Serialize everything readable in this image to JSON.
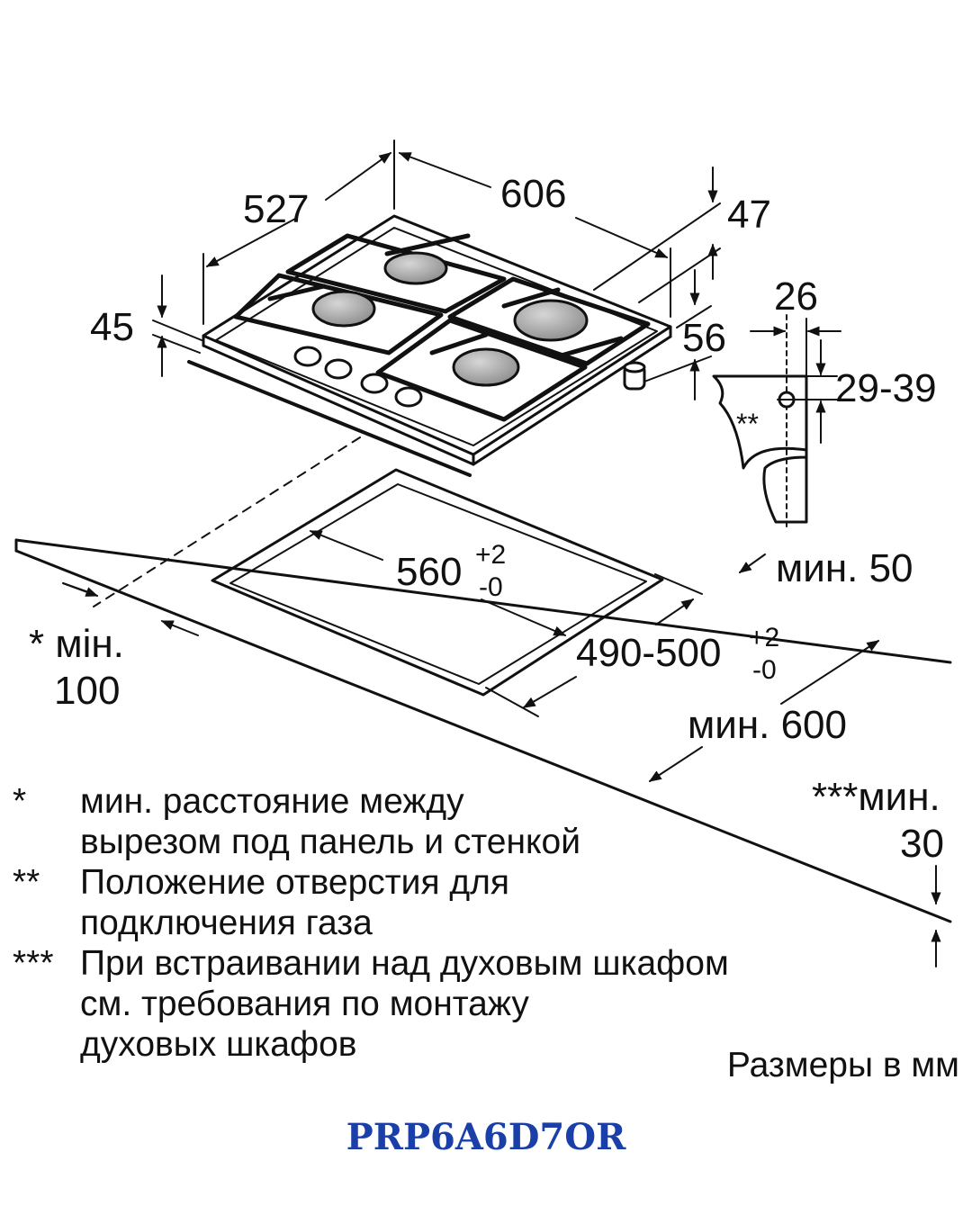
{
  "colors": {
    "ink": "#111111",
    "model": "#1a3fa8"
  },
  "dimensions": {
    "width_606": "606",
    "depth_527": "527",
    "height_45": "45",
    "gap_47": "47",
    "gap_56": "56",
    "gas_26": "26",
    "gas_29_39": "29-39",
    "gas_marker": "**",
    "cutout_width": "560",
    "cutout_width_tol_plus": "+2",
    "cutout_width_tol_minus": "-0",
    "cutout_depth": "490-500",
    "cutout_depth_tol_plus": "+2",
    "cutout_depth_tol_minus": "-0",
    "min_50": "мин. 50",
    "min_600": "мин. 600",
    "min_100_label": "* мін.",
    "min_100_value": "100",
    "min_30_label": "***мин.",
    "min_30_value": "30"
  },
  "notes": [
    {
      "marker": "*",
      "text": "мин. расстояние между\nвырезом под панель и стенкой"
    },
    {
      "marker": "**",
      "text": "Положение отверстия для\nподключения газа"
    },
    {
      "marker": "***",
      "text": "При встраивании над духовым шкафом\nсм. требования по монтажу\nдуховых шкафов"
    }
  ],
  "units": "Размеры в мм",
  "model": "PRP6A6D7OR"
}
